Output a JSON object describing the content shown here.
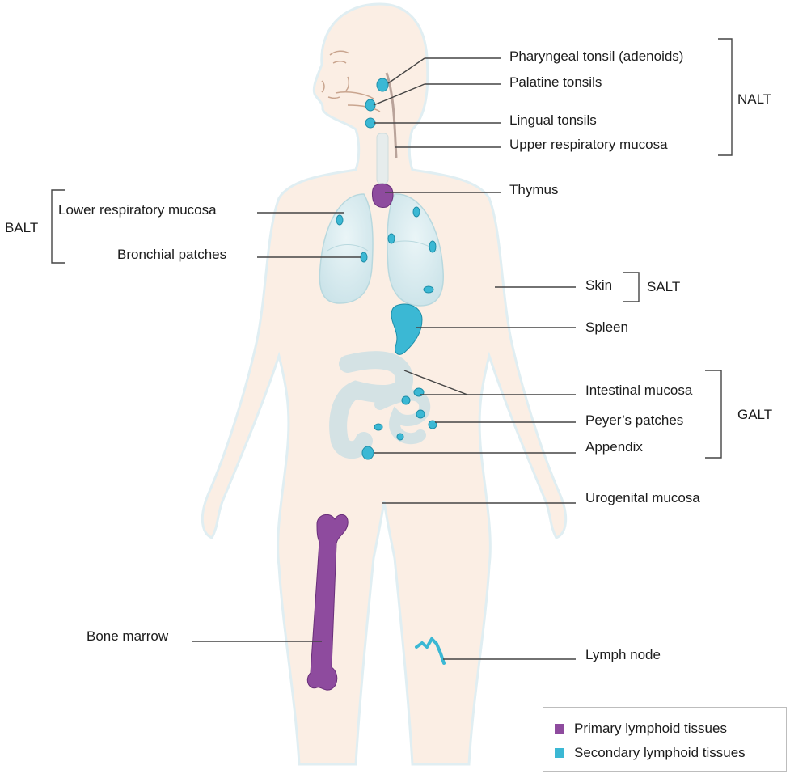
{
  "labels": {
    "pharyngeal_tonsil": "Pharyngeal tonsil (adenoids)",
    "palatine_tonsils": "Palatine tonsils",
    "lingual_tonsils": "Lingual tonsils",
    "upper_respiratory_mucosa": "Upper respiratory mucosa",
    "thymus": "Thymus",
    "lower_respiratory_mucosa": "Lower respiratory mucosa",
    "bronchial_patches": "Bronchial patches",
    "skin": "Skin",
    "spleen": "Spleen",
    "intestinal_mucosa": "Intestinal mucosa",
    "peyers_patches": "Peyer’s patches",
    "appendix": "Appendix",
    "urogenital_mucosa": "Urogenital mucosa",
    "bone_marrow": "Bone marrow",
    "lymph_node": "Lymph node"
  },
  "groups": {
    "nalt": "NALT",
    "balt": "BALT",
    "salt": "SALT",
    "galt": "GALT"
  },
  "legend": {
    "primary": {
      "label": "Primary lymphoid tissues",
      "color": "#8e4b9e"
    },
    "secondary": {
      "label": "Secondary lymphoid tissues",
      "color": "#3bb8d4"
    }
  },
  "colors": {
    "body_fill": "#fbeee4",
    "body_outline": "#e0eef2",
    "lung_fill": "#d6ebef",
    "intestine_fill": "#e4eced",
    "leader_line": "#444444"
  }
}
